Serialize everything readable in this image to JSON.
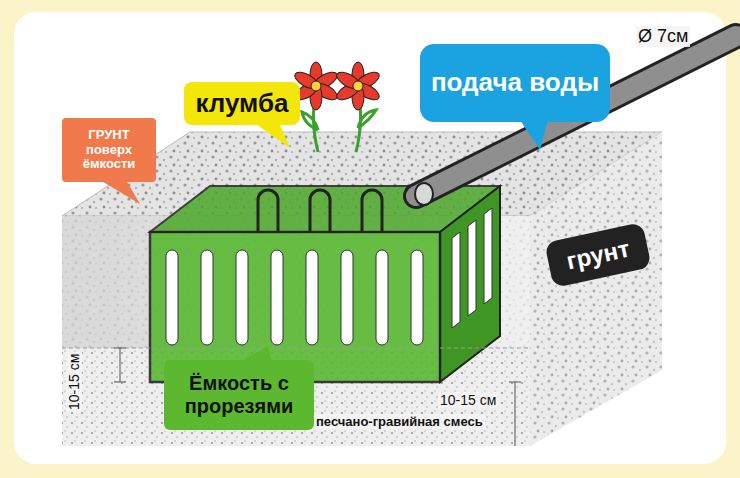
{
  "diagram": {
    "nodes": [
      {
        "text": [
          "подача воды"
        ]
      },
      {
        "text": [
          "клумба"
        ]
      },
      {
        "text": [
          "ГРУНТ поверх ёмкости"
        ]
      },
      {
        "text": [
          "грунт"
        ]
      },
      {
        "text": [
          "Ёмкость с прорезями"
        ]
      }
    ],
    "labels": [
      "Ø 7см",
      "10-15 см",
      "10-15 см",
      "песчано-гравийная смесь"
    ]
  }
}
